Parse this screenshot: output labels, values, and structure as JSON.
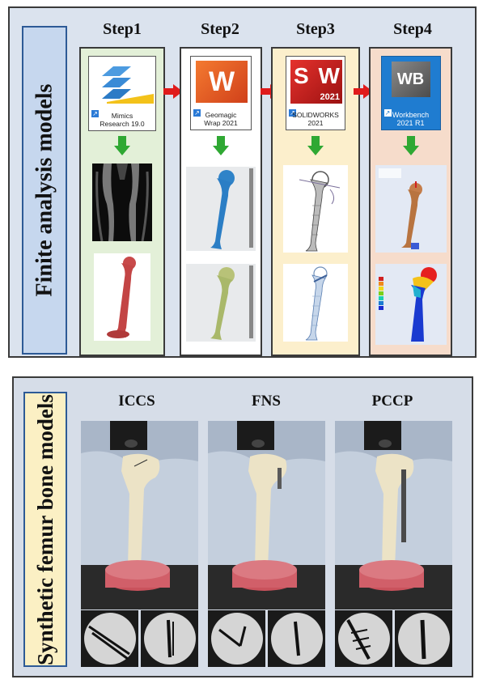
{
  "top_panel": {
    "side_label": "Finite analysis models",
    "steps": [
      {
        "title": "Step1",
        "software": "Mimics Research 19.0",
        "software_line1": "Mimics",
        "software_line2": "Research 19.0"
      },
      {
        "title": "Step2",
        "software": "Geomagic Wrap 2021",
        "software_line1": "Geomagic",
        "software_line2": "Wrap 2021",
        "icon_glyph": "W"
      },
      {
        "title": "Step3",
        "software": "SOLIDWORKS 2021",
        "software_line1": "SOLIDWORKS",
        "software_line2": "2021",
        "icon_glyph": "S W",
        "icon_version": "2021"
      },
      {
        "title": "Step4",
        "software": "Workbench 2021 R1",
        "software_line1": "Workbench",
        "software_line2": "2021 R1",
        "icon_glyph": "WB"
      }
    ]
  },
  "bottom_panel": {
    "side_label": "Synthetic femur bone models",
    "groups": [
      {
        "title": "ICCS"
      },
      {
        "title": "FNS"
      },
      {
        "title": "PCCP"
      }
    ]
  },
  "colors": {
    "top_panel_bg": "#dbe3ee",
    "bottom_panel_bg": "#d6dde8",
    "arrow_green": "#2fa833",
    "arrow_red": "#e01b1b",
    "step1_bg": "#e3f0d8",
    "step3_bg": "#fcefcc",
    "step4_bg": "#f6dccb"
  }
}
